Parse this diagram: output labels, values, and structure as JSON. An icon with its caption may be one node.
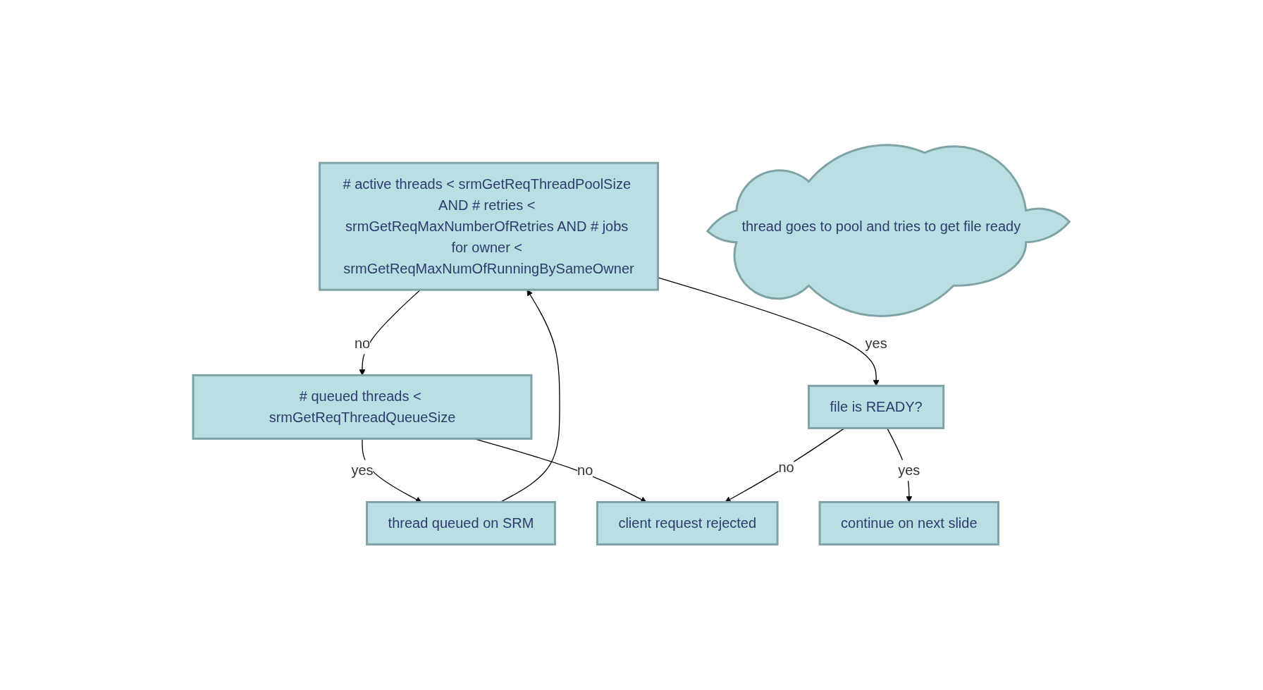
{
  "diagram": {
    "nodes": [
      {
        "text": [
          "# active threads < srmGetReqThreadPoolSize AND # retries < srmGetReqMaxNumberOfRetries AND # jobs for owner < srmGetReqMaxNumOfRunningBySameOwner"
        ]
      },
      {
        "text": [
          "thread queued on SRM"
        ]
      },
      {
        "text": [
          "# queued threads < srmGetReqThreadQueueSize"
        ]
      },
      {
        "text": [
          "thread goes to pool and tries to get file ready"
        ]
      },
      {
        "text": [
          "file is READY?"
        ]
      },
      {
        "text": [
          "continue on next slide"
        ]
      },
      {
        "text": [
          "client request rejected"
        ]
      }
    ],
    "edges": [
      {
        "from": 1,
        "to": 0,
        "arrow": "to"
      },
      {
        "from": 0,
        "to": 2,
        "arrow": "to",
        "label": "no"
      },
      {
        "from": 2,
        "to": 1,
        "arrow": "to",
        "label": "yes"
      },
      {
        "from": 0,
        "to": 4,
        "arrow": "to",
        "label": "yes"
      },
      {
        "from": 2,
        "to": 6,
        "arrow": "to",
        "label": "no"
      },
      {
        "from": 4,
        "to": 6,
        "arrow": "to",
        "label": "no"
      },
      {
        "from": 4,
        "to": 5,
        "arrow": "to",
        "label": "yes"
      }
    ]
  }
}
